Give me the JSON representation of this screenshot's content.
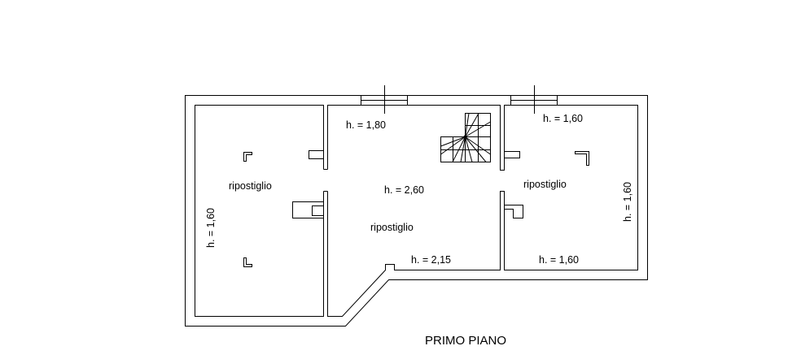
{
  "plan": {
    "title": "PRIMO PIANO",
    "rooms": [
      {
        "name": "ripostiglio",
        "height_label": "h. = 1,60"
      },
      {
        "name": "ripostiglio",
        "height_labels": [
          "h. = 1,80",
          "h. = 2,60",
          "h. = 2,15"
        ]
      },
      {
        "name": "ripostiglio",
        "height_labels": [
          "h. = 1,60",
          "h. = 1,60",
          "h. = 1,60"
        ]
      }
    ]
  },
  "colors": {
    "line": "#000000",
    "background": "#ffffff"
  }
}
